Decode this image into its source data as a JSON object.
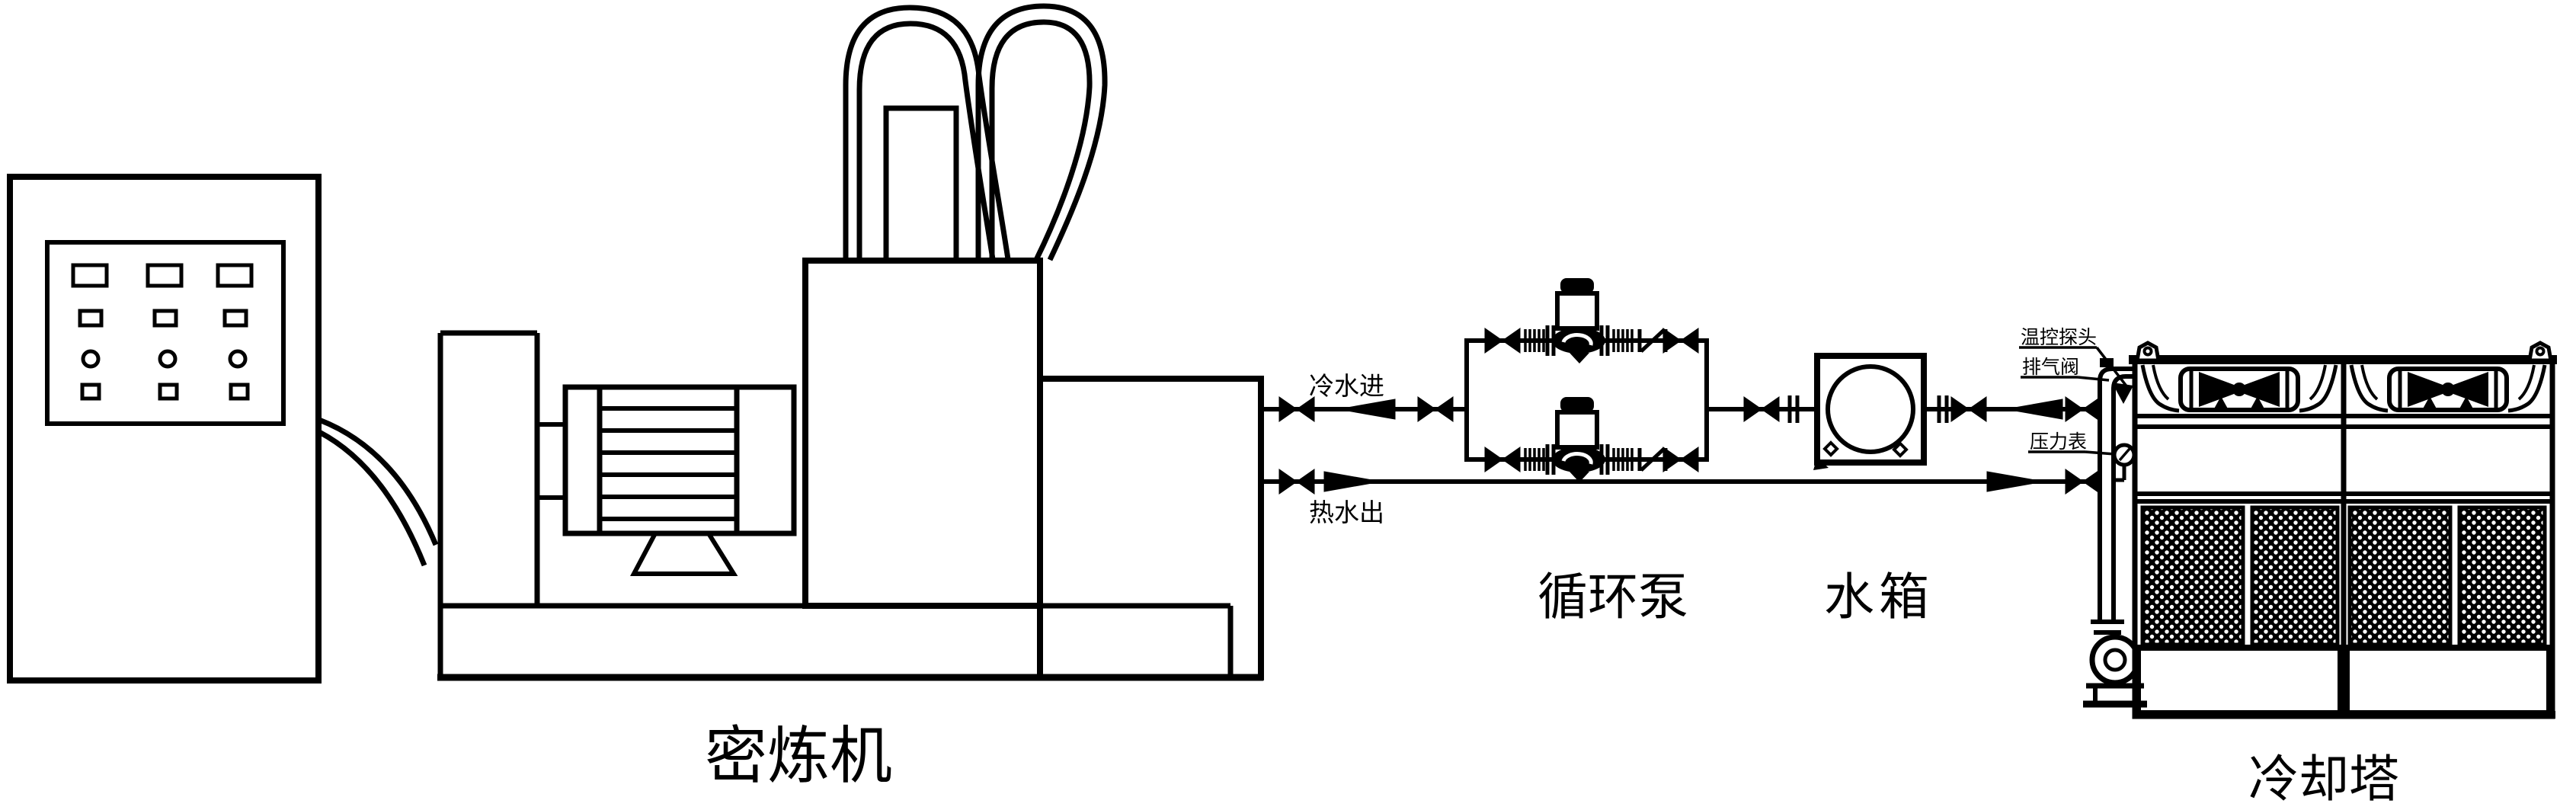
{
  "page": {
    "background": "#ffffff",
    "line_color": "#000000",
    "description": "Piping schematic of internal mixer cooling water system"
  },
  "labels": {
    "mixer": "密炼机",
    "circulation_pump": "循环泵",
    "water_tank": "水箱",
    "cooling_tower": "冷却塔",
    "cold_water_in": "冷水进",
    "hot_water_out": "热水出",
    "temp_probe": "温控探头",
    "air_vent": "排气阀",
    "pressure_gauge": "压力表"
  }
}
